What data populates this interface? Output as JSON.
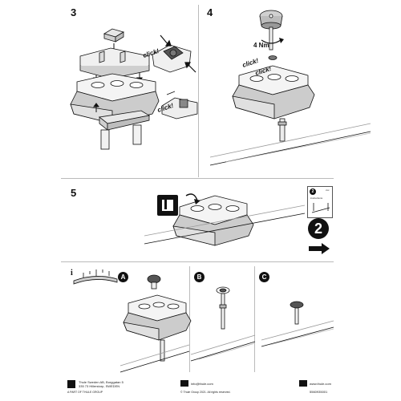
{
  "steps": {
    "s3": "3",
    "s4": "4",
    "s5": "5"
  },
  "labels": {
    "click": "click!",
    "torque": "4 Nm",
    "badge_a": "A",
    "badge_b": "B",
    "badge_c": "C",
    "info": "i",
    "next_step": "2",
    "instr_num": "2",
    "instr_code": "xxx",
    "instructions": "instructions"
  },
  "footer": {
    "address_line1": "Thule Sweden AB, Borggatan 5",
    "address_line2": "335 73 Hillerstorp, SWEDEN",
    "part_of": "A PART OF THULE GROUP",
    "email": "info@thule.com",
    "copyright": "© Thule Group 2021. All rights reserved.",
    "website": "www.thule.com",
    "doc_number": "5560935001"
  },
  "colors": {
    "line": "#111111",
    "light_gray": "#d9d9d9",
    "mid_gray": "#9a9a9a",
    "divider": "#bbbbbb"
  }
}
